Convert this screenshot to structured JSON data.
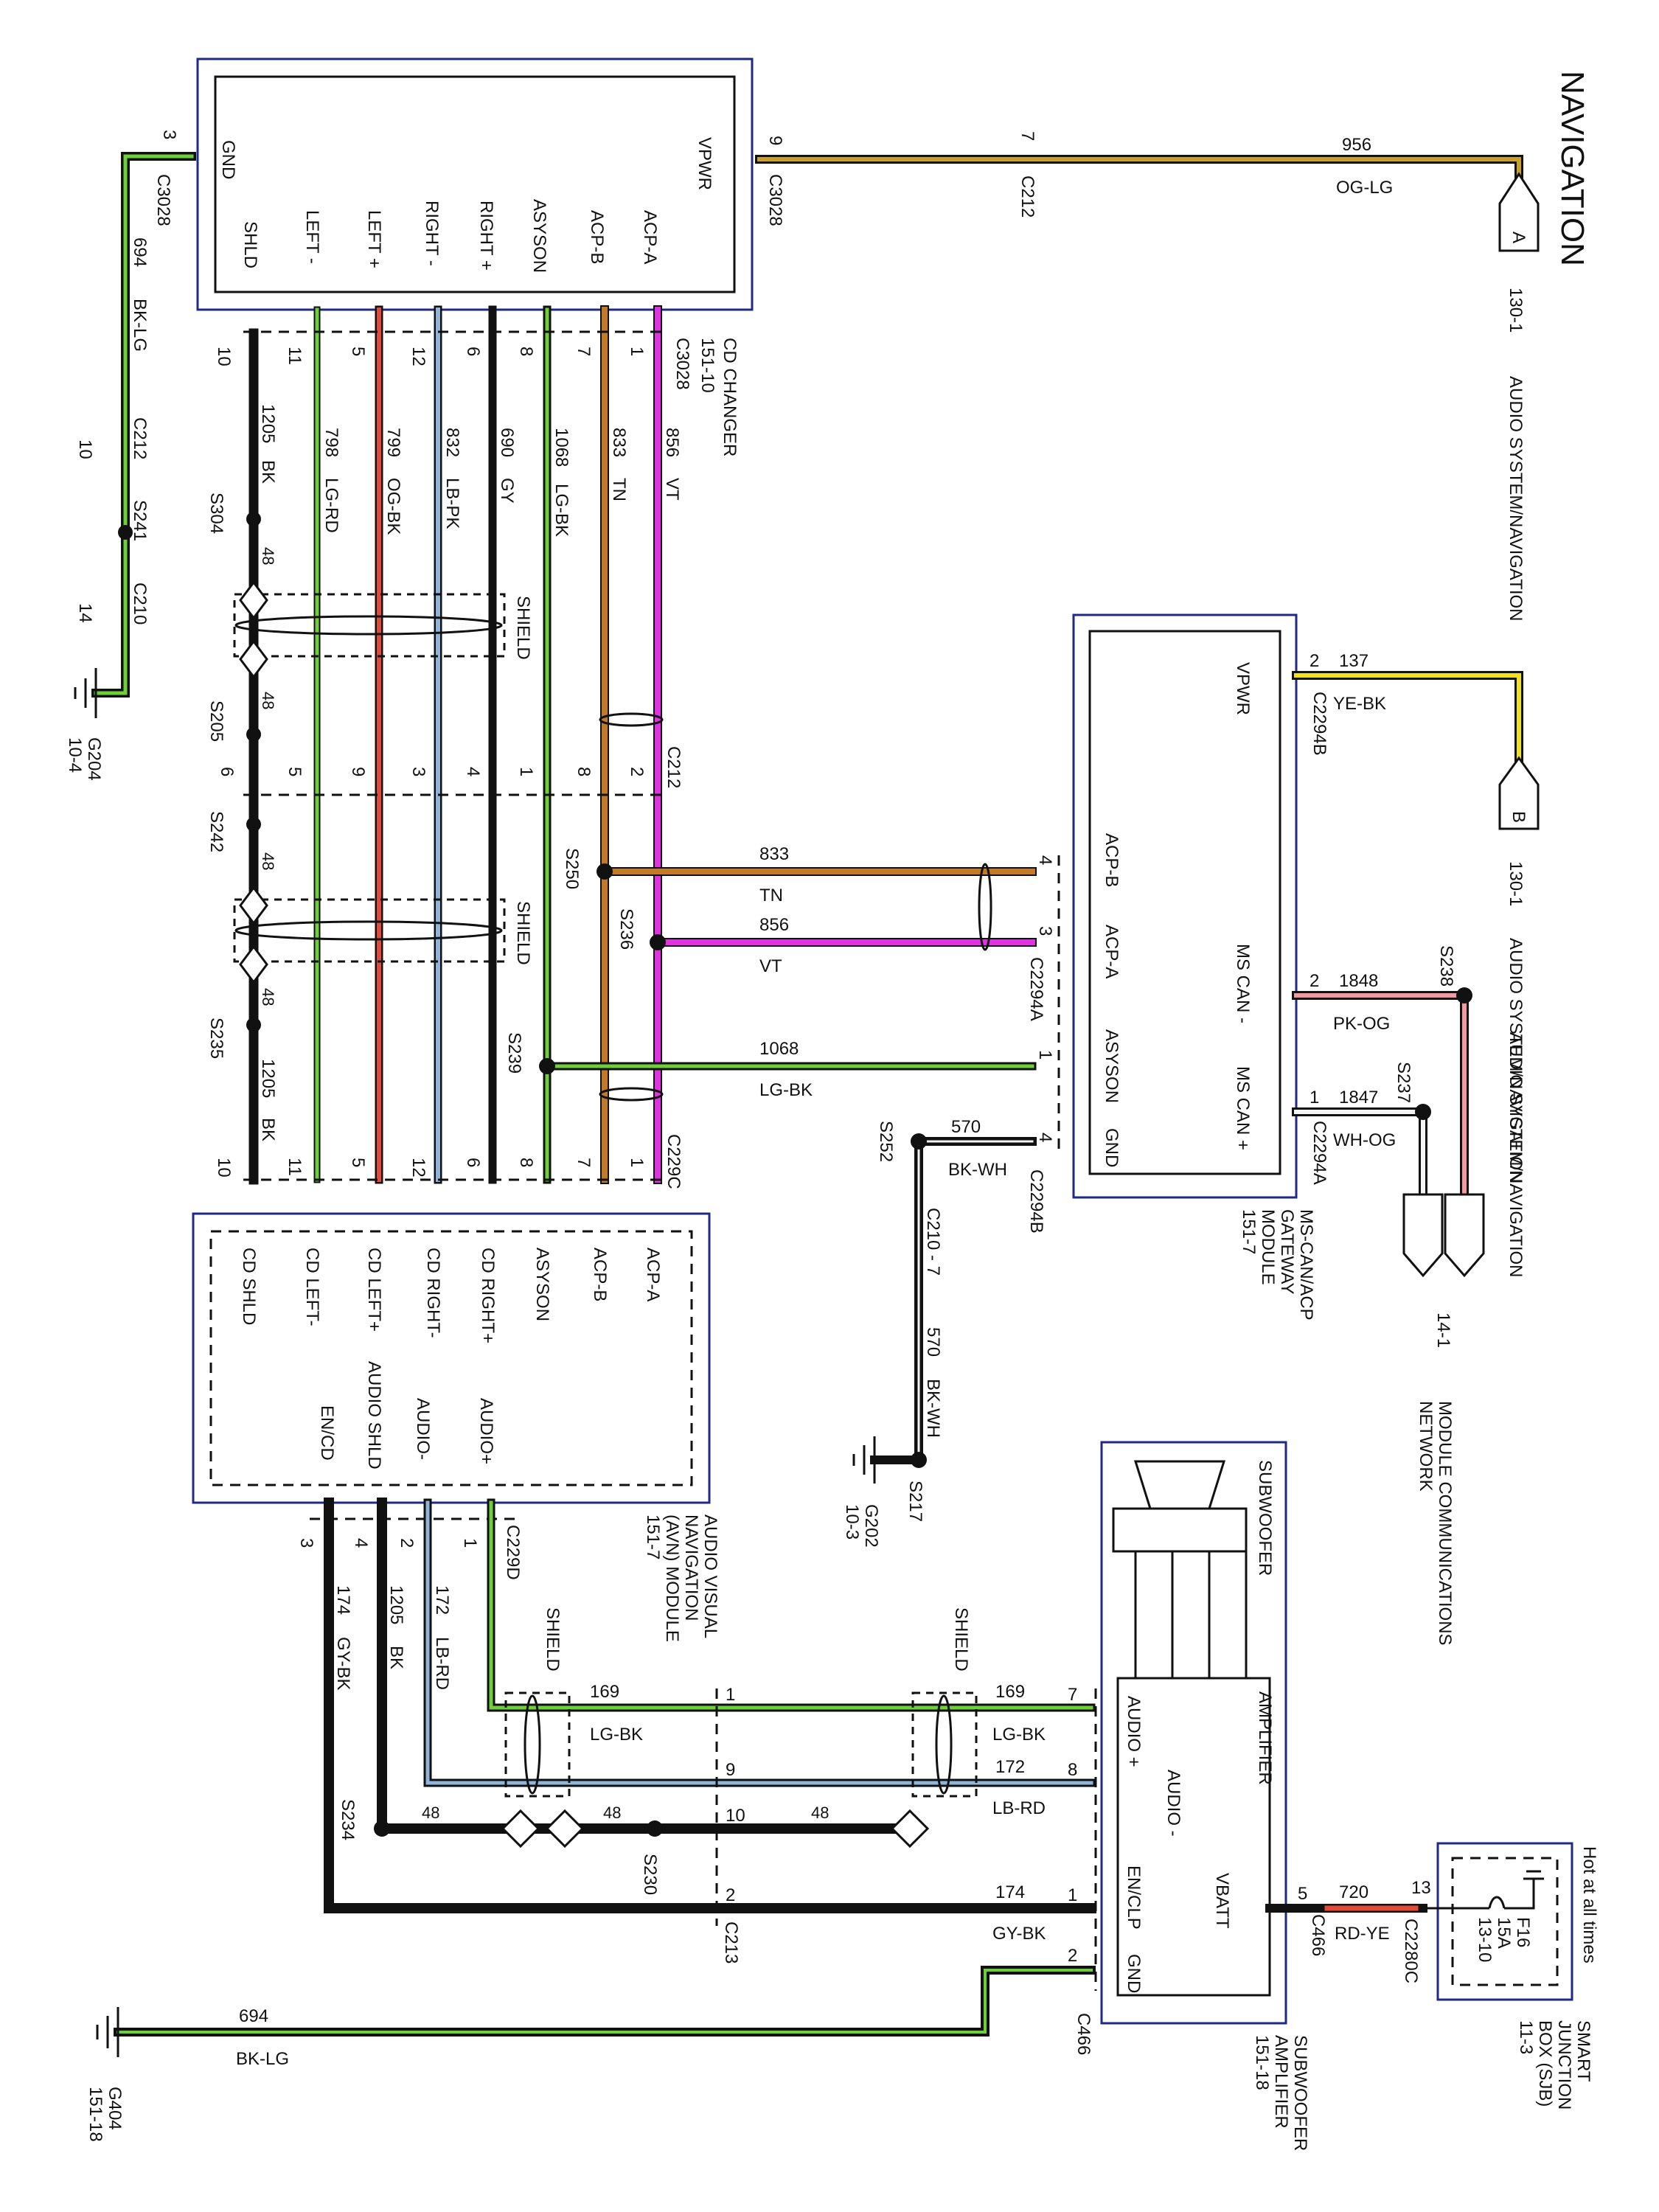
{
  "title": "NAVIGATION",
  "colors": {
    "frame": "#1f2a86",
    "black": "#111111",
    "orange": "#e8822a",
    "light_green": "#6ecf3b",
    "red": "#e24a3a",
    "light_blue": "#8fb6d8",
    "gray": "#9a9a9a",
    "tan": "#c07a2a",
    "violet": "#e033e0",
    "yellow": "#f2e21a",
    "pink": "#f29aa0",
    "white": "#f4f4f4"
  },
  "head_unit": {
    "pins": [
      "GND",
      "SHLD",
      "LEFT -",
      "LEFT +",
      "RIGHT -",
      "RIGHT +",
      "ASYSON",
      "ACP-B",
      "ACP-A",
      "VPWR"
    ],
    "c3028_left": "C3028",
    "c3028_left_pin": "3",
    "c3028_right": "C3028",
    "c3028_right_pin": "9",
    "cd_changer": [
      "CD CHANGER",
      "151-10"
    ],
    "c3028_bottom": "C3028"
  },
  "top_wires": {
    "p9": {
      "num": "956",
      "color": "OG-LG"
    },
    "c212_pin": "7",
    "c212": "C212",
    "conn_a": "A",
    "ref_a": "130-1",
    "ref_a_label": "AUDIO SYSTEM/NAVIGATION"
  },
  "ground_left": {
    "num": "694",
    "color": "BK-LG",
    "c212": "C212",
    "c212_pin": "10",
    "s241": "S241",
    "c210": "C210",
    "c210_pin": "14",
    "g204": "G204",
    "g204_ref": "10-4"
  },
  "cd_wires": [
    {
      "pin_top": "10",
      "num": "1205",
      "color": "BK",
      "pin_c212": "6",
      "pin_bottom": "10"
    },
    {
      "pin_top": "11",
      "num": "798",
      "color": "LG-RD",
      "pin_c212": "5",
      "pin_bottom": "11"
    },
    {
      "pin_top": "5",
      "num": "799",
      "color": "OG-BK",
      "pin_c212": "9",
      "pin_bottom": "5"
    },
    {
      "pin_top": "12",
      "num": "832",
      "color": "LB-PK",
      "pin_c212": "3",
      "pin_bottom": "12"
    },
    {
      "pin_top": "6",
      "num": "690",
      "color": "GY",
      "pin_c212": "4",
      "pin_bottom": "6"
    },
    {
      "pin_top": "8",
      "num": "1068",
      "color": "LG-BK",
      "pin_c212": "1",
      "pin_bottom": "8"
    },
    {
      "pin_top": "7",
      "num": "833",
      "color": "TN",
      "pin_c212": "8",
      "pin_bottom": "7"
    },
    {
      "pin_top": "1",
      "num": "856",
      "color": "VT",
      "pin_c212": "2",
      "pin_bottom": "1"
    }
  ],
  "splices": {
    "s304": "S304",
    "s205": "S205",
    "s242": "S242",
    "s235": "S235",
    "s250": "S250",
    "s236": "S236",
    "s239": "S239",
    "s252": "S252",
    "s217": "S217",
    "s238": "S238",
    "s237": "S237",
    "s234": "S234",
    "s230": "S230"
  },
  "shield_label": "SHIELD",
  "drain": "48",
  "c212_mid": "C212",
  "c229c": "C229C",
  "gateway": {
    "pins": [
      "VPWR",
      "ACP-B",
      "ACP-A",
      "ASYSON",
      "GND",
      "MS CAN -",
      "MS CAN +"
    ],
    "name": [
      "MS-CAN/ACP",
      "GATEWAY",
      "MODULE",
      "151-7"
    ],
    "c2294b": "C2294B",
    "c2294a": "C2294A",
    "vpwr": {
      "pin": "2",
      "num": "137",
      "color": "YE-BK"
    },
    "acpb": {
      "pin": "4",
      "num": "833",
      "color": "TN"
    },
    "acpa": {
      "pin": "3",
      "num": "856",
      "color": "VT"
    },
    "asyson": {
      "pin": "1",
      "num": "1068",
      "color": "LG-BK"
    },
    "gnd": {
      "pin": "4",
      "num": "570",
      "color": "BK-WH"
    },
    "mscanm": {
      "pin": "2",
      "num": "1848",
      "color": "PK-OG"
    },
    "mscanp": {
      "pin": "1",
      "num": "1847",
      "color": "WH-OG"
    }
  },
  "conn_b": {
    "label": "B",
    "ref": "130-1",
    "ref_label": "AUDIO SYSTEM/NAVIGATION"
  },
  "network": {
    "ref": "14-1",
    "label1": "MODULE COMMUNICATIONS",
    "label2": "NETWORK"
  },
  "gnd_gateway": {
    "c210": "C210 - 7",
    "num": "570",
    "color": "BK-WH",
    "g202": "G202",
    "g202_ref": "10-3"
  },
  "avn": {
    "pins_top": [
      "CD SHLD",
      "CD LEFT-",
      "CD LEFT+",
      "CD RIGHT-",
      "CD RIGHT+",
      "ASYSON",
      "ACP-B",
      "ACP-A"
    ],
    "pins_low": [
      "EN/CD",
      "AUDIO SHLD",
      "AUDIO-",
      "AUDIO+"
    ],
    "name": [
      "AUDIO VISUAL",
      "NAVIGATION",
      "(AVN) MODULE",
      "151-7"
    ],
    "c229d": "C229D"
  },
  "audio_wires": [
    {
      "pin": "1",
      "num": "169",
      "color": "LG-BK"
    },
    {
      "pin": "2",
      "num": "172",
      "color": "LB-RD"
    },
    {
      "pin": "4",
      "num": "1205",
      "color": "BK"
    },
    {
      "pin": "3",
      "num": "174",
      "color": "GY-BK"
    }
  ],
  "c213": {
    "label": "C213",
    "pins": [
      "1",
      "9",
      "10",
      "2"
    ]
  },
  "amp": {
    "subwoofer": "SUBWOOFER",
    "amplifier": "AMPLIFIER",
    "pins": [
      "AUDIO +",
      "AUDIO -",
      "EN/CLP",
      "GND",
      "VBATT"
    ],
    "name": [
      "SUBWOOFER",
      "AMPLIFIER",
      "151-18"
    ],
    "w169": {
      "pin": "7",
      "num": "169",
      "color": "LG-BK"
    },
    "w172": {
      "pin": "8",
      "num": "172",
      "color": "LB-RD"
    },
    "w174": {
      "pin": "1",
      "num": "174",
      "color": "GY-BK"
    },
    "w694": {
      "pin": "2",
      "c466": "C466"
    },
    "vbatt": {
      "pin": "5",
      "c466": "C466",
      "num": "720",
      "color": "RD-YE"
    }
  },
  "sjb": {
    "hot": "Hot at all times",
    "fuse": [
      "F16",
      "15A",
      "13-10"
    ],
    "pin": "13",
    "conn": "C2280C",
    "name": [
      "SMART",
      "JUNCTION",
      "BOX (SJB)",
      "11-3"
    ]
  },
  "ground_bottom": {
    "num": "694",
    "color": "BK-LG",
    "g404": "G404",
    "g404_ref": "151-18"
  }
}
